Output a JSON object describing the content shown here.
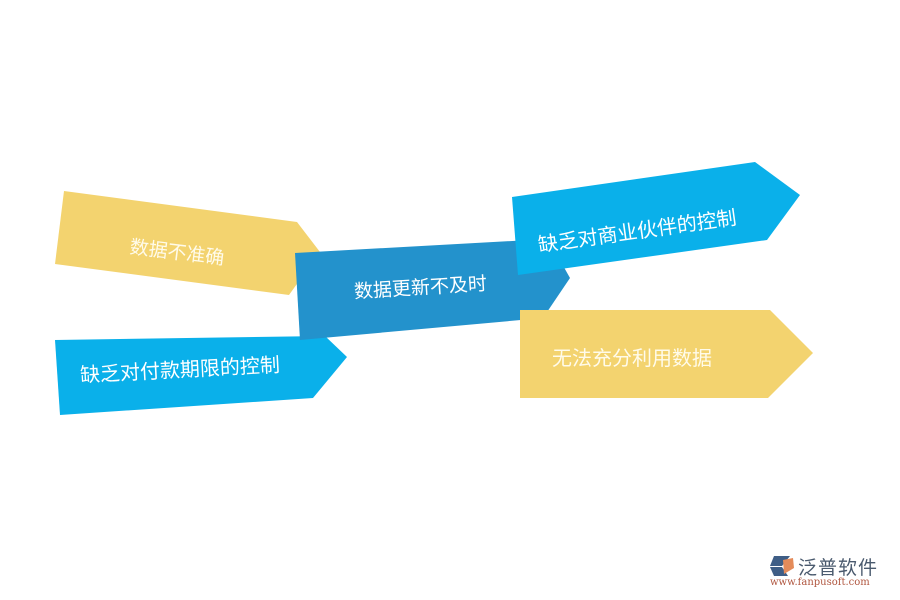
{
  "diagram": {
    "type": "arrow-tags",
    "colors": {
      "yellow": "#F3D36F",
      "cyan": "#0AB0EA",
      "dark_blue": "#2392CC",
      "text": "#FFFFFF",
      "background": "#FFFFFF"
    },
    "shapes": [
      {
        "id": "data-inaccurate",
        "label": "数据不准确",
        "color": "yellow"
      },
      {
        "id": "data-update-delayed",
        "label": "数据更新不及时",
        "color": "dark_blue"
      },
      {
        "id": "lack-partner-control",
        "label": "缺乏对商业伙伴的控制",
        "color": "cyan"
      },
      {
        "id": "lack-payment-term-control",
        "label": "缺乏对付款期限的控制",
        "color": "cyan"
      },
      {
        "id": "data-underused",
        "label": "无法充分利用数据",
        "color": "yellow"
      }
    ]
  },
  "logo": {
    "name": "泛普软件",
    "url": "www.fanpusoft.com",
    "icon": "fanpu-logo-icon"
  }
}
